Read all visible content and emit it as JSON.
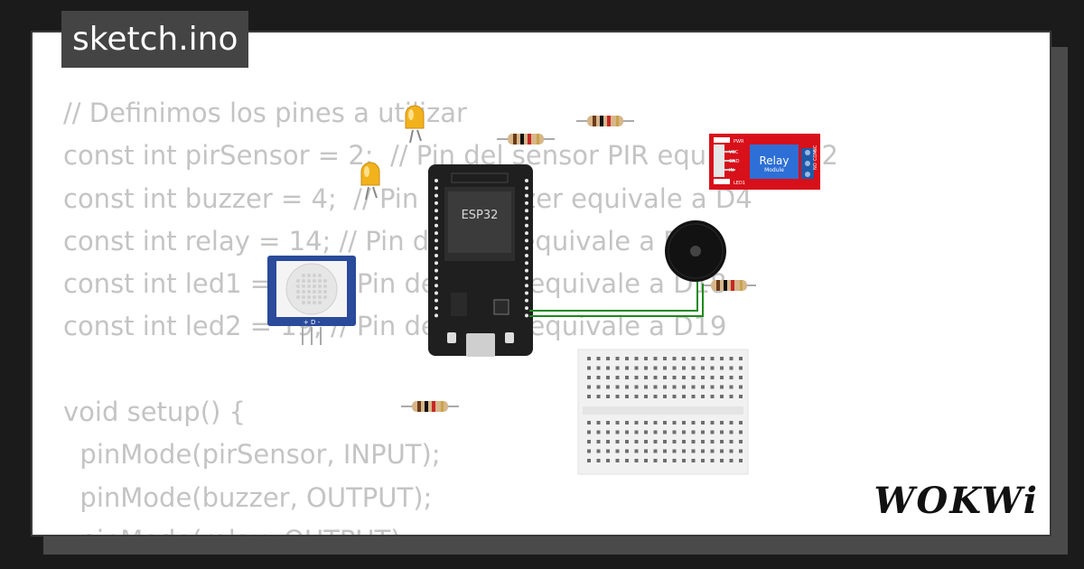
{
  "file_tab": {
    "title": "sketch.ino"
  },
  "code_lines": [
    "// Definimos los pines a utilizar",
    "const int pirSensor = 2;  // Pin del sensor PIR equivale a D2",
    "const int buzzer = 4;  // Pin del buzzer equivale a D4",
    "const int relay = 14; // Pin del relé equivale a D14",
    "const int led1 = 18; // Pin del LED1 equivale a D18",
    "const int led2 = 19; // Pin del LED2 equivale a D19",
    "",
    "void setup() {",
    "  pinMode(pirSensor, INPUT);",
    "  pinMode(buzzer, OUTPUT);",
    "  pinMode(relay, OUTPUT);"
  ],
  "components": {
    "esp32_label": "ESP32",
    "relay_label": "Relay",
    "relay_sublabel": "Module",
    "relay_pins": [
      "VCC",
      "GND",
      "IN"
    ],
    "relay_leds": [
      "PWR",
      "LED1"
    ],
    "relay_terminals": [
      "NO",
      "COM",
      "NC"
    ],
    "pir_pins": "+ D -"
  },
  "branding": {
    "logo": "WOKWi"
  },
  "colors": {
    "board": "#1f1f1f",
    "relay": "#d8101a",
    "relay_chip": "#2d6fd6",
    "pir": "#2a4a9a",
    "wire": "#1a8a1a",
    "led": "#f2b21c",
    "breadboard": "#f2f2f2"
  }
}
